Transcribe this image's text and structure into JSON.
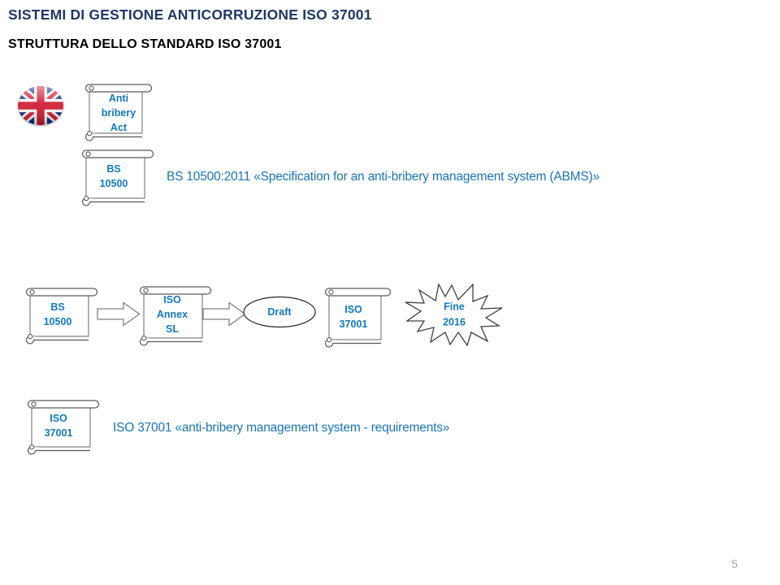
{
  "slide": {
    "title": "SISTEMI DI GESTIONE ANTICORRUZIONE  ISO 37001",
    "subtitle": "STRUTTURA  DELLO STANDARD ISO 37001",
    "page_number": "5",
    "colors": {
      "title": "#1f3864",
      "subtitle": "#000000",
      "accent_blue": "#1279bf",
      "caption_blue": "#1a74b5",
      "shape_outline": "#808080",
      "page_number": "#a6a6a6"
    }
  },
  "flag": {
    "name": "united-kingdom-flag"
  },
  "shapes": {
    "anti_bribery_act": {
      "label": "Anti\nbribery\nAct"
    },
    "bs_10500_top": {
      "label": "BS\n10500"
    },
    "bs_10500_flow": {
      "label": "BS\n10500"
    },
    "iso_annex_sl": {
      "label": "ISO\nAnnex\nSL"
    },
    "draft": {
      "label": "Draft"
    },
    "iso_37001_flow": {
      "label": "ISO\n37001"
    },
    "fine_2016": {
      "label": "Fine\n2016"
    },
    "iso_37001_bottom": {
      "label": "ISO\n37001"
    }
  },
  "captions": {
    "bs_10500": "BS 10500:2011 «Specification for an  anti-bribery management system (ABMS)»",
    "iso_37001": "ISO 37001 «anti-bribery management system  - requirements»"
  }
}
